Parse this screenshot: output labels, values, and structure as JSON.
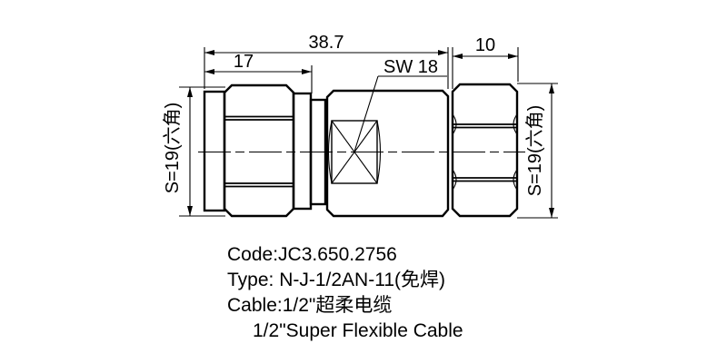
{
  "drawing": {
    "dimensions": {
      "overall_length": "38.7",
      "front_section_length": "17",
      "rear_hex_length": "10",
      "wrench_flat": "SW 18",
      "left_hex_size": "S=19(六角)",
      "right_hex_size": "S=19(六角)"
    },
    "notes": {
      "code": "Code:JC3.650.2756",
      "type": "Type: N-J-1/2AN-11(免焊)",
      "cable_cn": "Cable:1/2\"超柔电缆",
      "cable_en": "1/2\"Super Flexible Cable"
    },
    "colors": {
      "line": "#000000",
      "background": "#ffffff"
    }
  }
}
